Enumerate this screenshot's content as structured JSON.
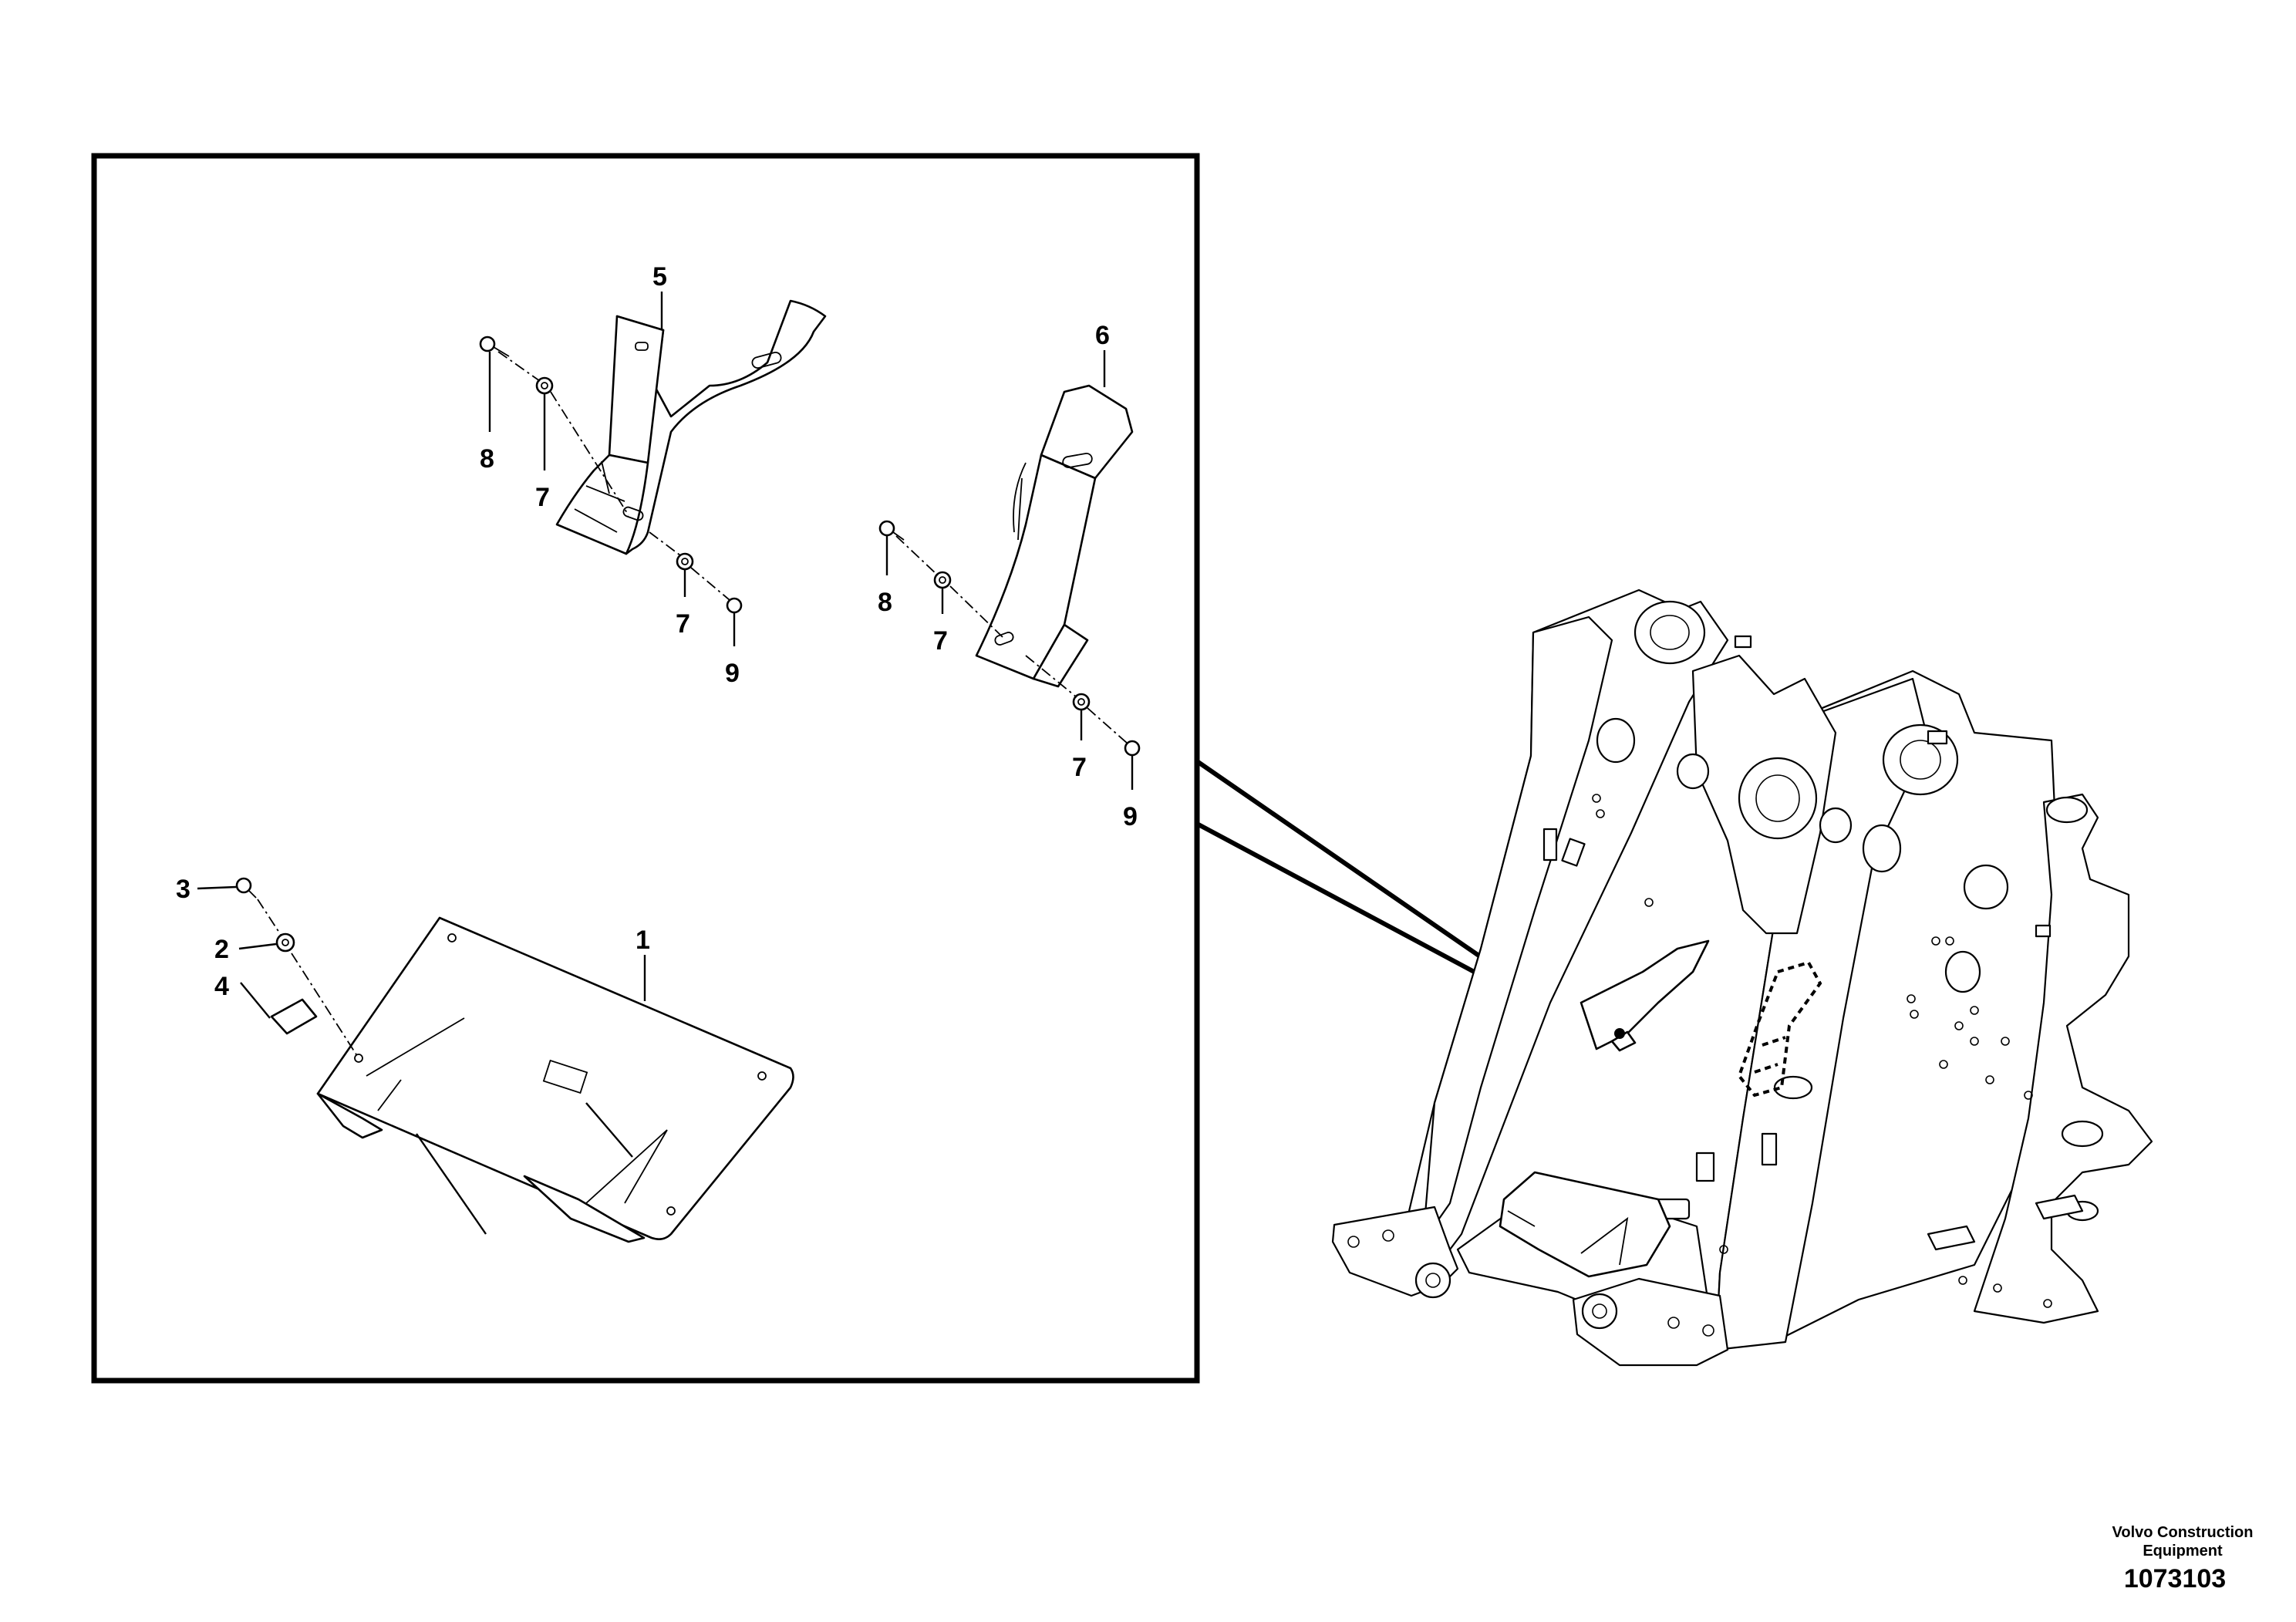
{
  "callouts": {
    "c1": "1",
    "c2": "2",
    "c3": "3",
    "c4": "4",
    "c5": "5",
    "c6": "6",
    "c7a": "7",
    "c7b": "7",
    "c7c": "7",
    "c7d": "7",
    "c8a": "8",
    "c8b": "8",
    "c9a": "9",
    "c9b": "9"
  },
  "footer": {
    "brand_line1": "Volvo Construction",
    "brand_line2": "Equipment",
    "doc_number": "1073103"
  }
}
